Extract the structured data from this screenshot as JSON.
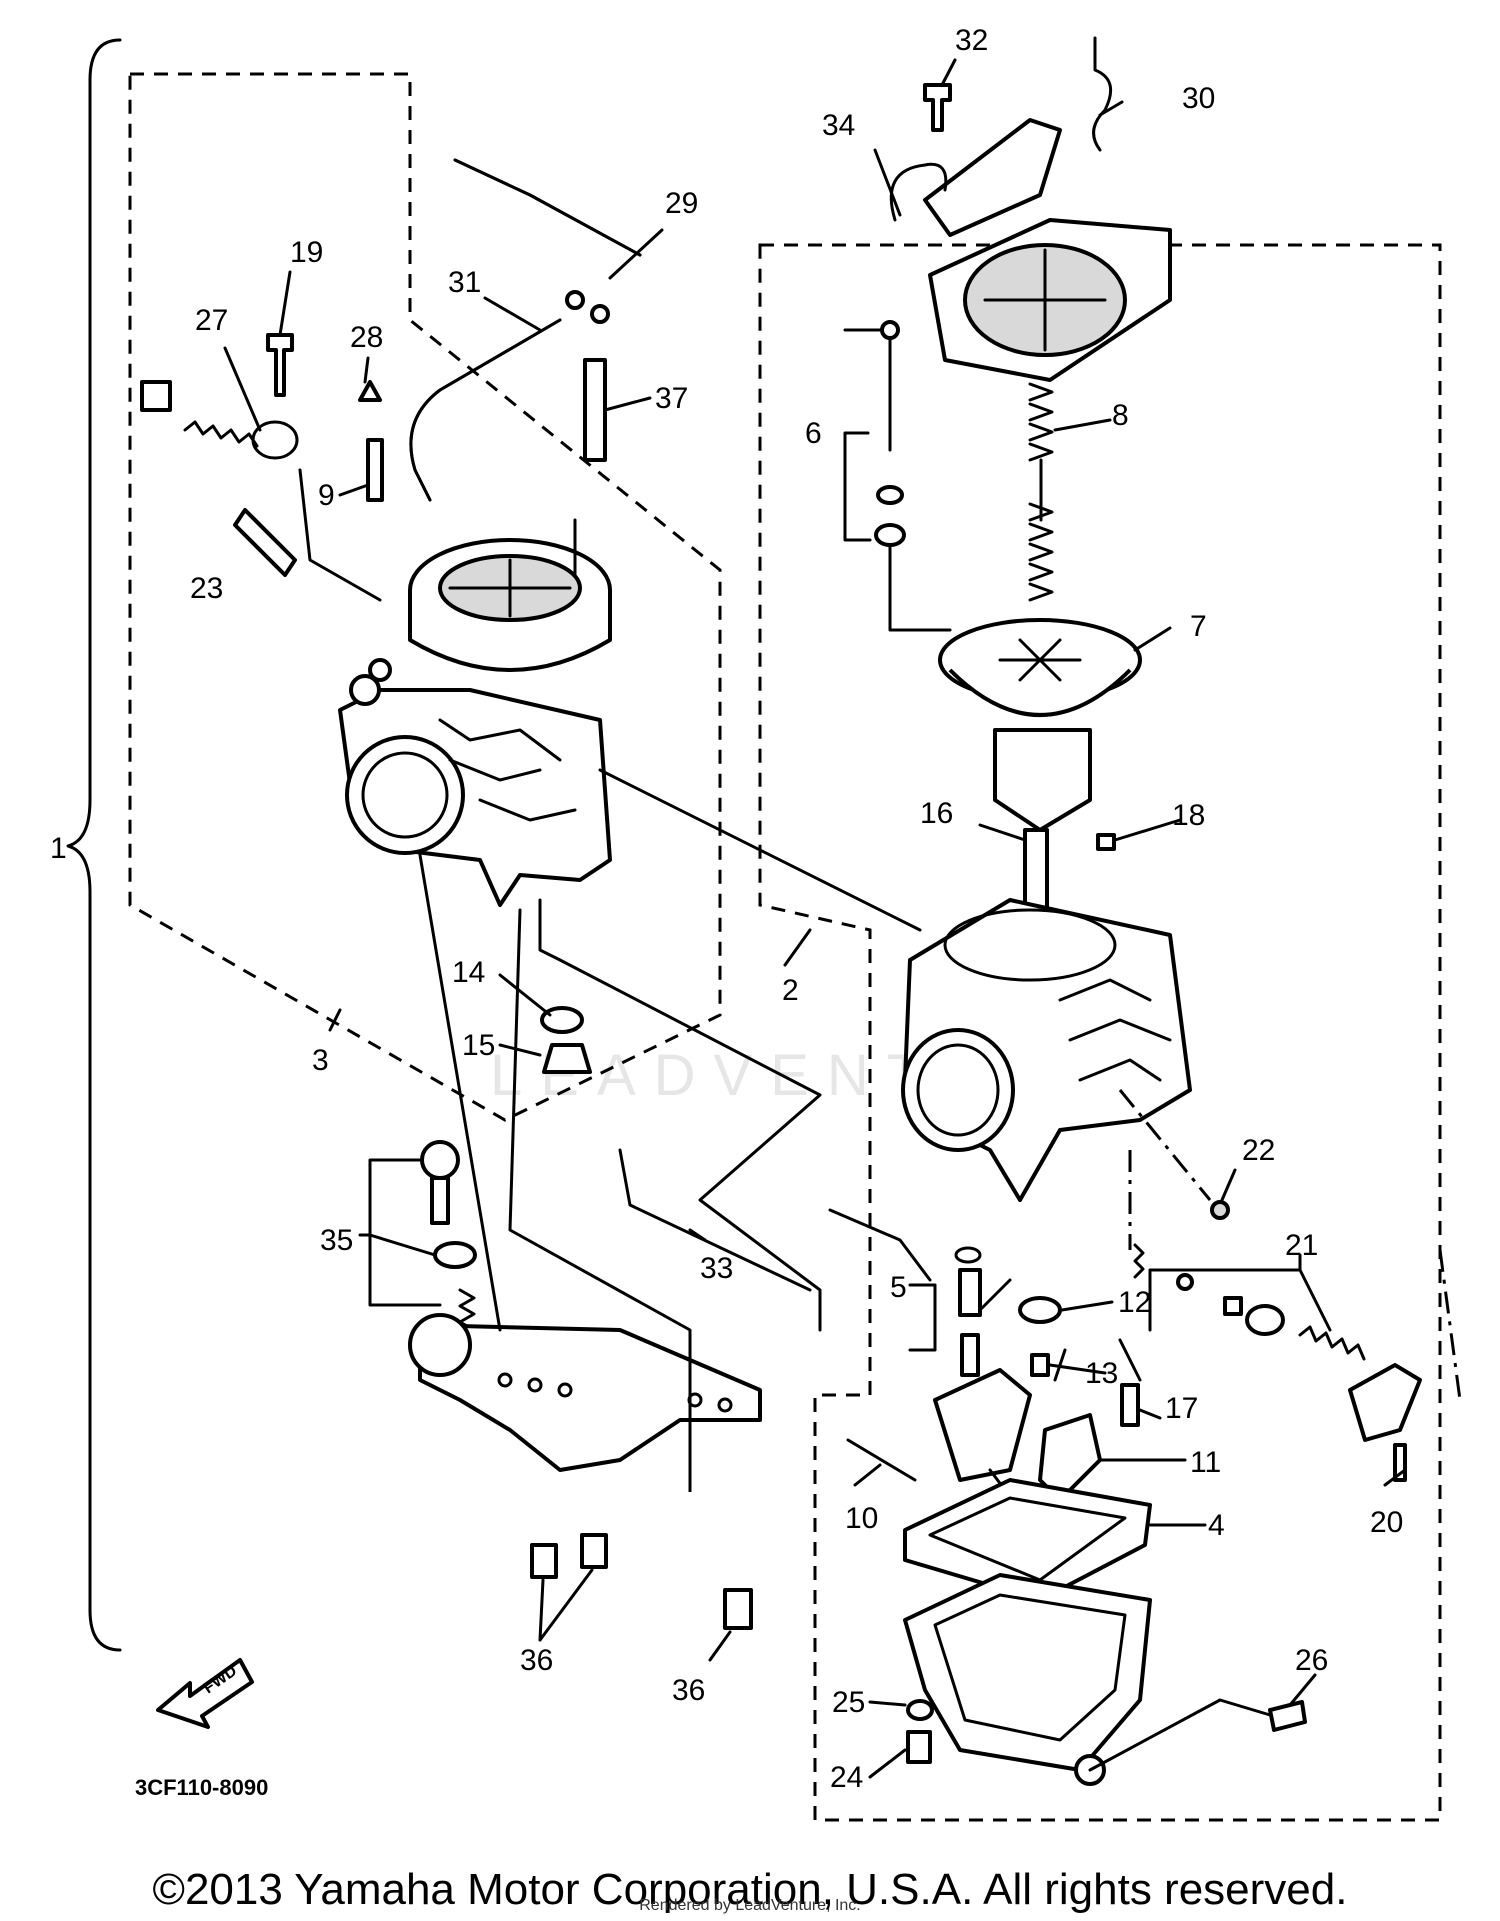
{
  "diagram": {
    "drawing_code": "3CF110-8090",
    "forward_label": "FWD",
    "watermark": "LEADVENTURE",
    "callouts": [
      "1",
      "2",
      "3",
      "4",
      "5",
      "6",
      "7",
      "8",
      "9",
      "10",
      "11",
      "12",
      "13",
      "14",
      "15",
      "16",
      "17",
      "18",
      "19",
      "20",
      "21",
      "22",
      "23",
      "24",
      "25",
      "26",
      "27",
      "28",
      "29",
      "30",
      "31",
      "32",
      "33",
      "34",
      "35",
      "36",
      "36",
      "37"
    ]
  },
  "footer": {
    "copyright": "©2013 Yamaha Motor Corporation, U.S.A. All rights reserved.",
    "rendered_by": "Rendered by LeadVenture, Inc."
  }
}
